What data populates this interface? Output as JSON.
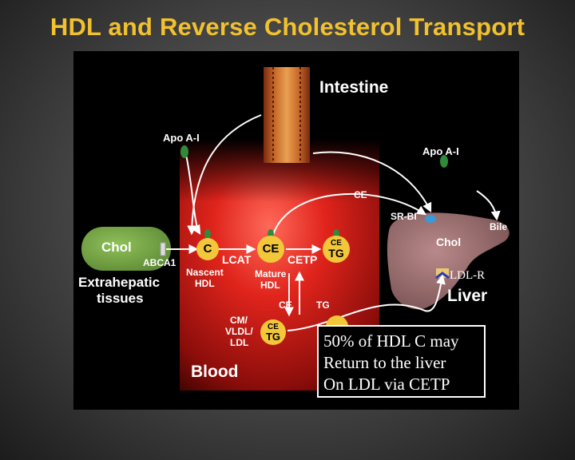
{
  "title": "HDL and Reverse Cholesterol Transport",
  "diagram": {
    "intestine": "Intestine",
    "apo_a1_left": "Apo A-I",
    "apo_a1_right": "Apo A-I",
    "ce_top": "CE",
    "sr_bi": "SR-BI",
    "bile": "Bile",
    "chol_liver": "Chol",
    "chol_tissue": "Chol",
    "abca1": "ABCA1",
    "extrahepatic_line1": "Extrahepatic",
    "extrahepatic_line2": "tissues",
    "c_circle": "C",
    "ce_circle": "CE",
    "cetg_circle_ce": "CE",
    "cetg_circle_tg": "TG",
    "lcat": "LCAT",
    "cetp": "CETP",
    "nascent_hdl_line1": "Nascent",
    "nascent_hdl_line2": "HDL",
    "mature_hdl_line1": "Mature",
    "mature_hdl_line2": "HDL",
    "ce_exchange": "CE",
    "tg_exchange": "TG",
    "cm_line1": "CM/",
    "cm_line2": "VLDL/",
    "cm_line3": "LDL",
    "lower_circle_ce": "CE",
    "lower_circle_tg": "TG",
    "blood": "Blood",
    "ldl_r": "LDL-R",
    "liver": "Liver",
    "callout_line1": "50% of HDL C may",
    "callout_line2": "Return to the liver",
    "callout_line3": "On LDL via CETP"
  },
  "colors": {
    "title": "#f2c12e",
    "blood": "#d3201c",
    "hdl_circle": "#f3c73a",
    "tissue_cell": "#78a845",
    "liver": "#9a6e6f",
    "apo": "#2e8b3a",
    "receptor": "#3a78c8"
  }
}
